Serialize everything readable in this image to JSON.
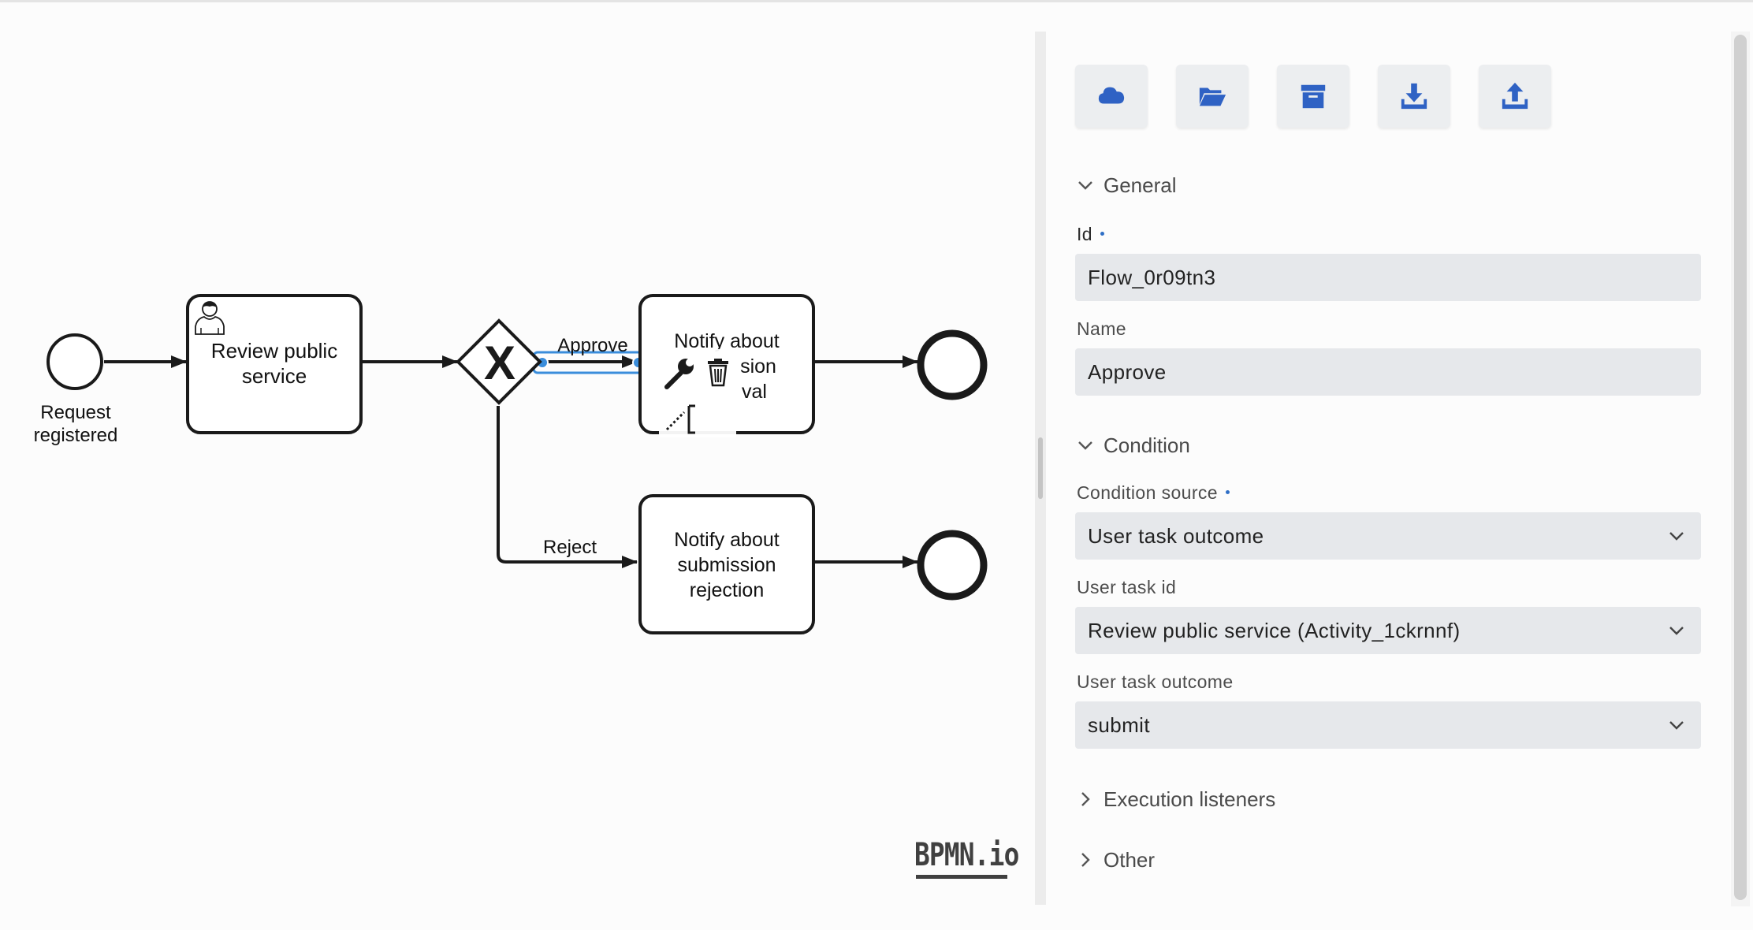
{
  "diagram": {
    "start_event_label_line1": "Request",
    "start_event_label_line2": "registered",
    "task_review_line1": "Review public",
    "task_review_line2": "service",
    "task_approval_line1": "Notify about",
    "task_approval_line2": "sion",
    "task_approval_line3": "val",
    "task_rejection_line1": "Notify about",
    "task_rejection_line2": "submission",
    "task_rejection_line3": "rejection",
    "flow_approve_label": "Approve",
    "flow_reject_label": "Reject",
    "gateway_symbol": "X"
  },
  "logo": {
    "text": "BPMN.io"
  },
  "toolbar": {
    "buttons": [
      {
        "icon": "cloud-icon"
      },
      {
        "icon": "folder-open-icon"
      },
      {
        "icon": "archive-icon"
      },
      {
        "icon": "download-icon"
      },
      {
        "icon": "upload-icon"
      }
    ],
    "icon_color": "#2f62c4"
  },
  "panel": {
    "general": {
      "title": "General",
      "id_label": "Id",
      "id_value": "Flow_0r09tn3",
      "name_label": "Name",
      "name_value": "Approve"
    },
    "condition": {
      "title": "Condition",
      "source_label": "Condition source",
      "source_value": "User task outcome",
      "task_id_label": "User task id",
      "task_id_value": "Review public service (Activity_1ckrnnf)",
      "outcome_label": "User task outcome",
      "outcome_value": "submit"
    },
    "execution_listeners": {
      "title": "Execution listeners"
    },
    "other": {
      "title": "Other"
    }
  },
  "colors": {
    "selection": "#3a8ddb",
    "required_dot": "#2f6fc6",
    "input_bg": "#e6e8eb"
  }
}
